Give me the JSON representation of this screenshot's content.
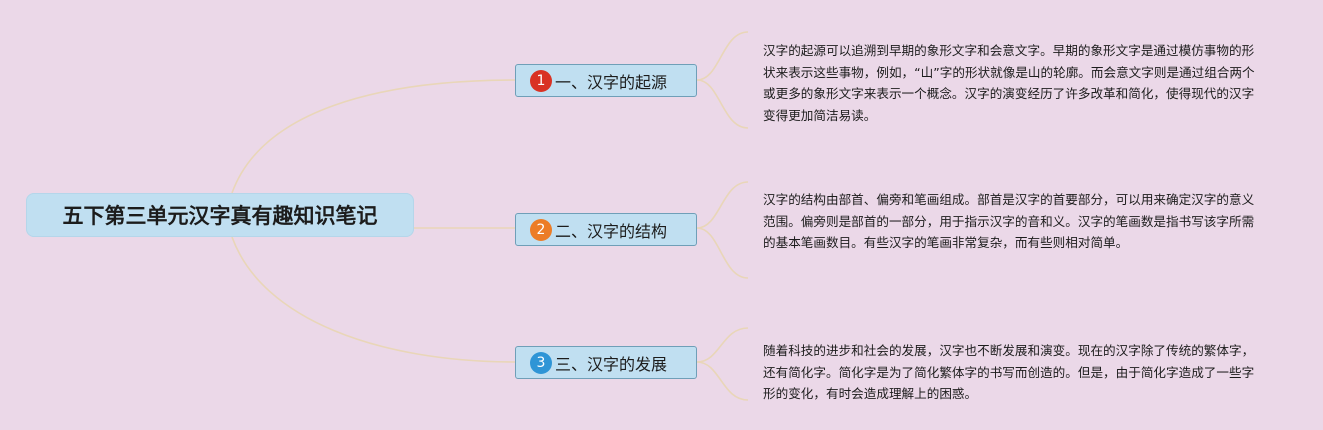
{
  "root": {
    "title": "五下第三单元汉字真有趣知识笔记"
  },
  "branches": [
    {
      "number": "1",
      "label": "一、汉字的起源",
      "color": "#d93224",
      "note": "汉字的起源可以追溯到早期的象形文字和会意文字。早期的象形文字是通过模仿事物的形状来表示这些事物，例如，“山”字的形状就像是山的轮廓。而会意文字则是通过组合两个或更多的象形文字来表示一个概念。汉字的演变经历了许多改革和简化，使得现代的汉字变得更加简洁易读。"
    },
    {
      "number": "2",
      "label": "二、汉字的结构",
      "color": "#ec7c26",
      "note": "汉字的结构由部首、偏旁和笔画组成。部首是汉字的首要部分，可以用来确定汉字的意义范围。偏旁则是部首的一部分，用于指示汉字的音和义。汉字的笔画数是指书写该字所需的基本笔画数目。有些汉字的笔画非常复杂，而有些则相对简单。"
    },
    {
      "number": "3",
      "label": "三、汉字的发展",
      "color": "#2f95d6",
      "note": "随着科技的进步和社会的发展，汉字也不断发展和演变。现在的汉字除了传统的繁体字，还有简化字。简化字是为了简化繁体字的书写而创造的。但是，由于简化字造成了一些字形的变化，有时会造成理解上的困惑。"
    }
  ],
  "colors": {
    "connector": "#e9d6b8",
    "background": "#ebd8e8",
    "node_fill": "#c0dff1"
  }
}
